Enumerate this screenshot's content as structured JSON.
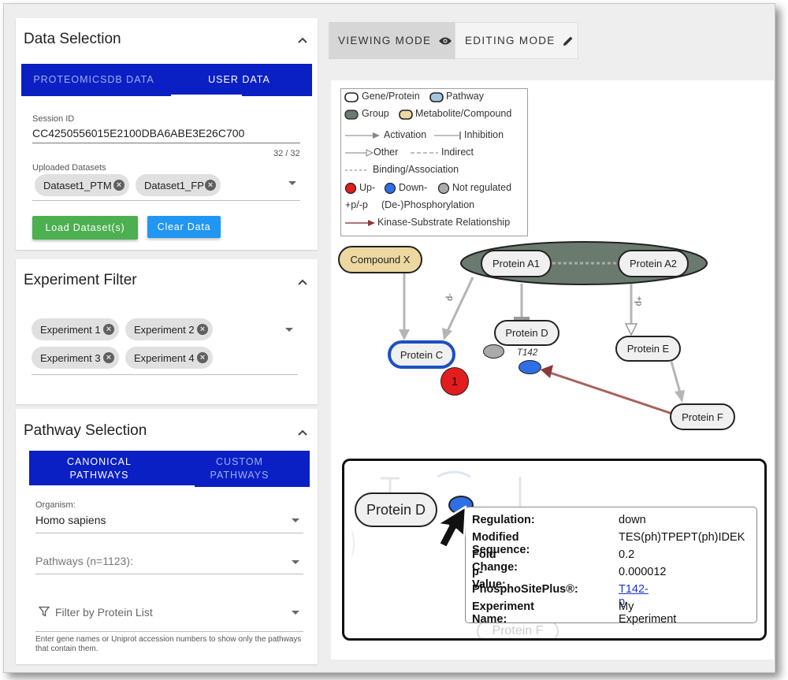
{
  "data_selection": {
    "title": "Data Selection",
    "tabs": [
      "PROTEOMICSDB DATA",
      "USER DATA"
    ],
    "session_label": "Session ID",
    "session_value": "CC4250556015E2100DBA6ABE3E26C700",
    "session_counter": "32 / 32",
    "datasets_label": "Uploaded Datasets",
    "datasets": [
      "Dataset1_PTM",
      "Dataset1_FP"
    ],
    "load_button": "Load Dataset(s)",
    "clear_button": "Clear Data"
  },
  "experiment_filter": {
    "title": "Experiment Filter",
    "experiments": [
      "Experiment 1",
      "Experiment 2",
      "Experiment 3",
      "Experiment 4"
    ]
  },
  "pathway_selection": {
    "title": "Pathway Selection",
    "tab_canonical": "CANONICAL PATHWAYS",
    "tab_custom": "CUSTOM PATHWAYS",
    "organism_label": "Organism:",
    "organism_value": "Homo sapiens",
    "pathways_placeholder": "Pathways (n=1123):",
    "filter_placeholder": "Filter by Protein List",
    "hint": "Enter gene names or Uniprot accession numbers to show only the pathways that contain them."
  },
  "modes": {
    "viewing": "VIEWING MODE",
    "editing": "EDITING MODE"
  },
  "legend": {
    "gene_protein": "Gene/Protein",
    "pathway": "Pathway",
    "group": "Group",
    "metabolite": "Metabolite/Compound",
    "activation": "Activation",
    "inhibition": "Inhibition",
    "other": "Other",
    "indirect": "Indirect",
    "binding": "Binding/Association",
    "up": "Up-",
    "down": "Down-",
    "not_regulated": "Not regulated",
    "pp": "+p/-p",
    "dephos": "(De-)Phosphorylation",
    "kinase": "Kinase-Substrate Relationship"
  },
  "graph": {
    "compound_x": "Compound X",
    "protein_a1": "Protein A1",
    "protein_a2": "Protein A2",
    "protein_c": "Protein C",
    "protein_d": "Protein D",
    "protein_e": "Protein E",
    "protein_f": "Protein F",
    "site_label": "T142",
    "edge_p_left": "-p",
    "edge_p_right": "+p",
    "badge": "1"
  },
  "zoom": {
    "protein_d": "Protein D",
    "ghost_protein_f": "Protein F",
    "tooltip": [
      {
        "key": "Regulation:",
        "value": "down"
      },
      {
        "key": "Modified Sequence:",
        "value": "TES(ph)TPEPT(ph)IDEK"
      },
      {
        "key": "Fold Change:",
        "value": "0.2"
      },
      {
        "key": "p-Value:",
        "value": "0.000012"
      },
      {
        "key": "PhosphoSitePlus®:",
        "value": "T142-p"
      },
      {
        "key": "Experiment Name:",
        "value": "My Experiment"
      }
    ]
  },
  "colors": {
    "tab_blue": "#0a1fc4",
    "load_green": "#4caf50",
    "clear_blue": "#2196f3",
    "up_red": "#e21d1d",
    "down_blue": "#2f6fe6",
    "group_gray": "#6b7a6f",
    "metabolite": "#ecd8a0",
    "kinase_arrow": "#a8615f"
  }
}
